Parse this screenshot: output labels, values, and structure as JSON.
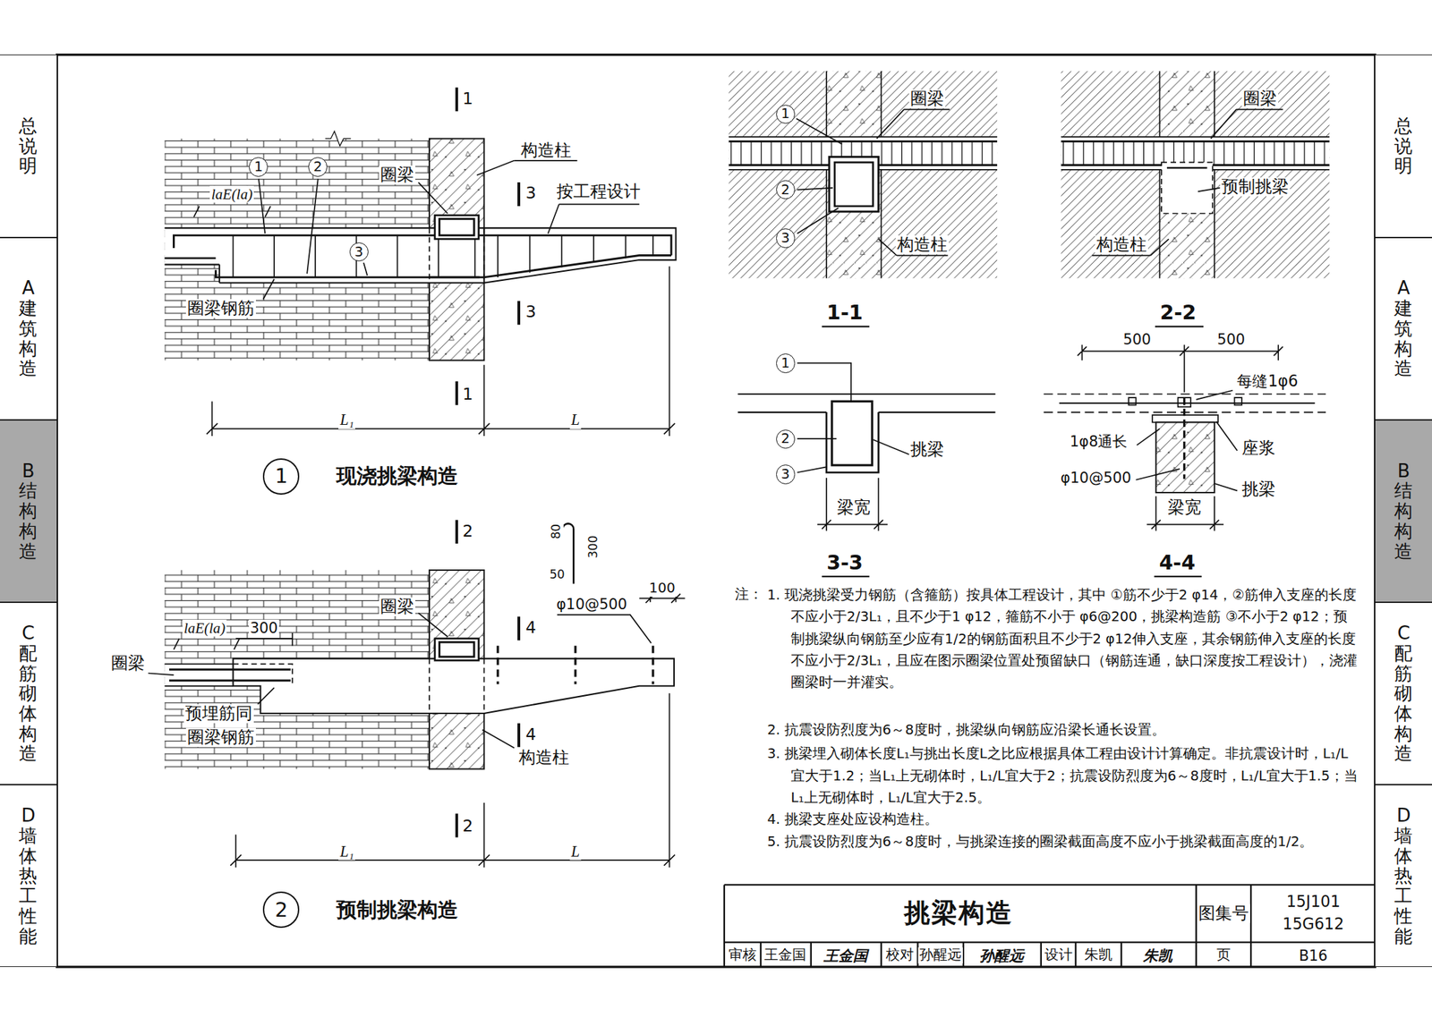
{
  "diagram": {
    "title": "挑梁构造",
    "nodes": [
      {
        "text": [
          "总说明"
        ]
      },
      {
        "text": [
          "A 建筑构造"
        ]
      },
      {
        "text": [
          "B 结构构造"
        ]
      },
      {
        "text": [
          "C 配筋砌体构造"
        ]
      },
      {
        "text": [
          "D 墙体热工性能"
        ]
      },
      {
        "text": [
          "总说明"
        ]
      },
      {
        "text": [
          "A 建筑构造"
        ]
      },
      {
        "text": [
          "B 结构构造"
        ]
      },
      {
        "text": [
          "C 配筋砌体构造"
        ]
      },
      {
        "text": [
          "D 墙体热工性能"
        ]
      }
    ],
    "labels": [
      "1",
      "1",
      "3",
      "3",
      "构造柱",
      "1",
      "2",
      "圈梁",
      "laE(la)",
      "按工程设计",
      "3",
      "圈梁钢筋",
      "L₁",
      "L",
      "1",
      "现浇挑梁构造",
      "2",
      "2",
      "80",
      "300",
      "50",
      "100",
      "φ10@500",
      "圈梁",
      "laE(la)",
      "300",
      "4",
      "圈梁",
      "预埋筋同",
      "4",
      "圈梁钢筋",
      "构造柱",
      "L₁",
      "L",
      "2",
      "预制挑梁构造",
      "1",
      "圈梁",
      "2",
      "3",
      "构造柱",
      "1-1",
      "圈梁",
      "预制挑梁",
      "构造柱",
      "2-2",
      "1",
      "2",
      "挑梁",
      "3",
      "梁宽",
      "3-3",
      "500",
      "500",
      "每缝1φ6",
      "1φ8通长",
      "座浆",
      "φ10@500",
      "挑梁",
      "梁宽",
      "4-4",
      "注：",
      "1. 现浇挑梁受力钢筋（含箍筋）按具体工程设计，其中 ①筋不少于2 φ14，②筋伸入支座的长度不应小于2/3L₁，且不少于1 φ12，箍筋不小于 φ6@200，挑梁构造筋 ③不小于2 φ12；预制挑梁纵向钢筋至少应有1/2的钢筋面积且不少于2 φ12伸入支座，其余钢筋伸入支座的长度不应小于2/3L₁，且应在图示圈梁位置处预留缺口（钢筋连通，缺口深度按工程设计），浇灌圈梁时一并灌实。",
      "2. 抗震设防烈度为6～8度时，挑梁纵向钢筋应沿梁长通长设置。",
      "3. 挑梁埋入砌体长度L₁与挑出长度L之比应根据具体工程由设计计算确定。非抗震设计时，L₁/L宜大于1.2；当L₁上无砌体时，L₁/L宜大于2；抗震设防烈度为6～8度时，L₁/L宜大于1.5；当L₁上无砌体时，L₁/L宜大于2.5。",
      "4. 挑梁支座处应设构造柱。",
      "5. 抗震设防烈度为6～8度时，与挑梁连接的圈梁截面高度不应小于挑梁截面高度的1/2。",
      "图集号",
      "15J101",
      "15G612",
      "审核",
      "王金国",
      "王金国",
      "校对",
      "孙醒远",
      "孙醒远",
      "设计",
      "朱凯",
      "朱凯",
      "页",
      "B16"
    ]
  }
}
